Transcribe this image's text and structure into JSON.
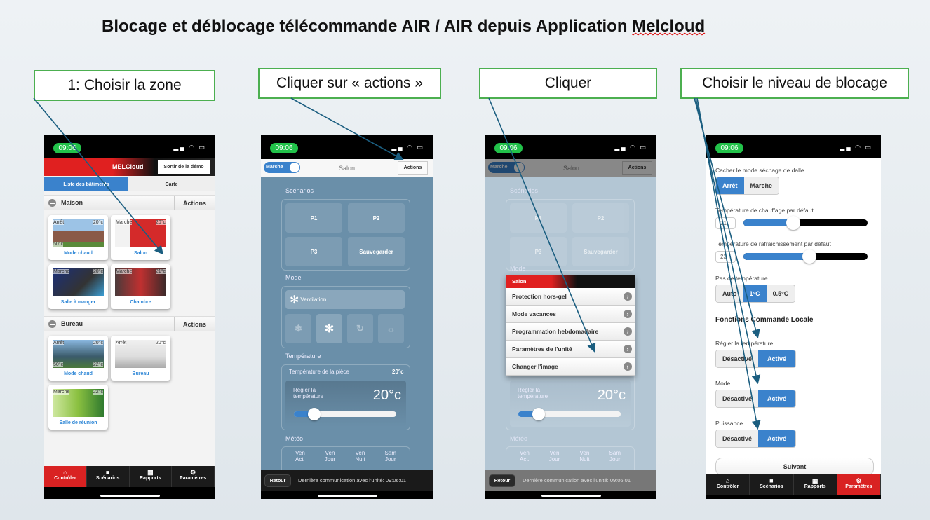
{
  "title": {
    "pre": "Blocage et déblocage télécommande AIR / AIR depuis Application ",
    "brand": "Melcloud"
  },
  "steps": [
    "1: Choisir la zone",
    "Cliquer sur « actions »",
    "Cliquer",
    "Choisir le niveau de blocage"
  ],
  "status_time": [
    "09:06",
    "09:06",
    "09:06",
    "09:06"
  ],
  "phone1": {
    "app_title": "MELCloud",
    "exit_demo": "Sortir de la démo",
    "tabs": [
      "Liste des bâtiments",
      "Carte"
    ],
    "groups": [
      {
        "name": "Maison",
        "actions": "Actions",
        "units": [
          {
            "status": "Arrêt",
            "temp": "20°c",
            "temp_low": "50°c",
            "name": "Mode chaud"
          },
          {
            "status": "Marche",
            "temp": "20°c",
            "name": "Salon"
          },
          {
            "status": "Marche",
            "temp": "20°c",
            "name": "Salle à manger"
          },
          {
            "status": "Marche",
            "temp": "21°c",
            "name": "Chambre"
          }
        ]
      },
      {
        "name": "Bureau",
        "actions": "Actions",
        "units": [
          {
            "status": "Arrêt",
            "temp": "20°c",
            "temp_low": "50°c",
            "temp_out": "22°c",
            "name": "Mode chaud"
          },
          {
            "status": "Arrêt",
            "temp": "20°c",
            "name": "Bureau"
          },
          {
            "status": "Marche",
            "temp": "22°c",
            "name": "Salle de réunion"
          }
        ]
      }
    ],
    "nav": [
      "Contrôler",
      "Scénarios",
      "Rapports",
      "Paramètres"
    ]
  },
  "unit": {
    "power": "Marche",
    "name": "Salon",
    "actions": "Actions",
    "scenarios_label": "Scénarios",
    "scenarios": [
      "P1",
      "P2",
      "P3",
      "Sauvegarder"
    ],
    "mode_label": "Mode",
    "mode_current": "Ventilation",
    "temp_label": "Température",
    "room_temp_label": "Température de la pièce",
    "room_temp": "20°c",
    "set_temp_label": "Régler la température",
    "set_temp": "20°c",
    "set_temp_fraction": 0.2,
    "weather_label": "Météo",
    "weather": [
      [
        "Ven",
        "Act."
      ],
      [
        "Ven",
        "Jour"
      ],
      [
        "Ven",
        "Nuit"
      ],
      [
        "Sam",
        "Jour"
      ]
    ],
    "back": "Retour",
    "last_comm": "Dernière communication avec l'unité: 09:06:01"
  },
  "menu": {
    "header": "Salon",
    "items": [
      "Protection hors-gel",
      "Mode vacances",
      "Programmation hebdomadaire",
      "Paramètres de l'unité",
      "Changer l'image"
    ]
  },
  "settings": {
    "dry_label": "Cacher le mode séchage de dalle",
    "dry_opts": [
      "Arrêt",
      "Marche"
    ],
    "heat_label": "Température de chauffage par défaut",
    "heat_value": "21",
    "heat_fraction": 0.4,
    "cool_label": "Température de rafraichissement par défaut",
    "cool_value": "23",
    "cool_fraction": 0.53,
    "step_label": "Pas de température",
    "step_opts": [
      "Auto",
      "1°C",
      "0.5°C"
    ],
    "local_title": "Fonctions Commande Locale",
    "local": [
      {
        "label": "Régler la température",
        "off": "Désactivé",
        "on": "Activé"
      },
      {
        "label": "Mode",
        "off": "Désactivé",
        "on": "Activé"
      },
      {
        "label": "Puissance",
        "off": "Désactivé",
        "on": "Activé"
      }
    ],
    "next": "Suivant",
    "nav": [
      "Contrôler",
      "Scénarios",
      "Rapports",
      "Paramètres"
    ]
  }
}
